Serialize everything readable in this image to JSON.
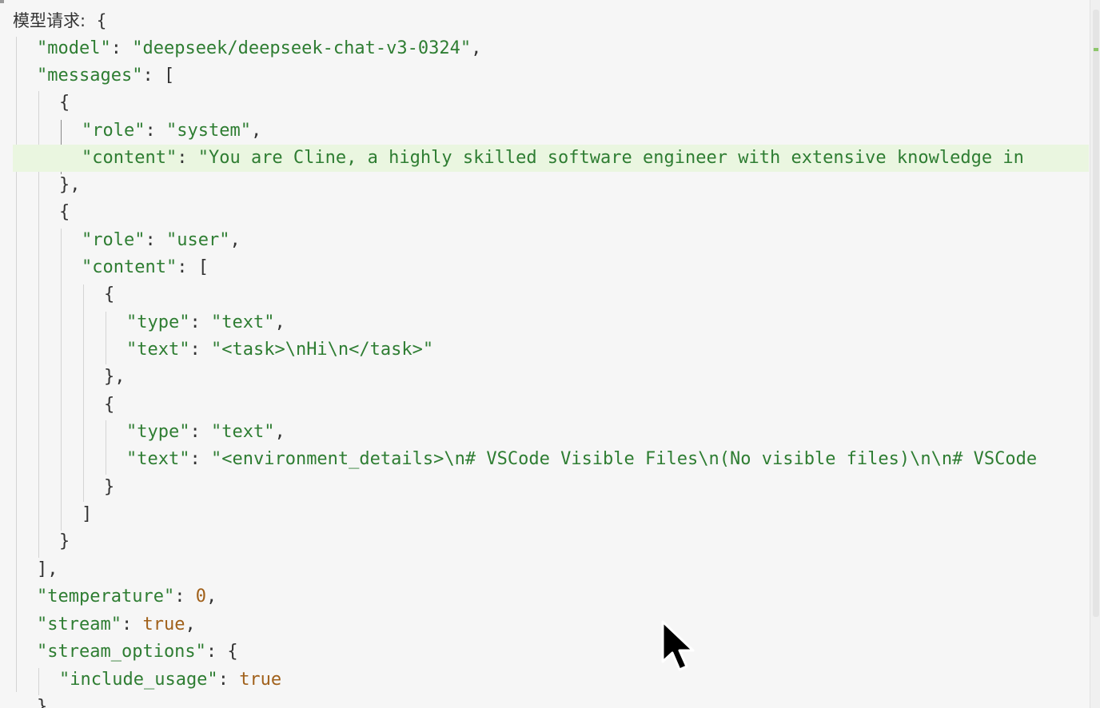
{
  "header": {
    "label": "模型请求:",
    "open_brace": "{"
  },
  "json": {
    "model_key": "\"model\"",
    "model_value": "\"deepseek/deepseek-chat-v3-0324\"",
    "messages_key": "\"messages\"",
    "role_key": "\"role\"",
    "content_key": "\"content\"",
    "type_key": "\"type\"",
    "text_key": "\"text\"",
    "system_value": "\"system\"",
    "system_content": "\"You are Cline, a highly skilled software engineer with extensive knowledge in",
    "user_value": "\"user\"",
    "text_value": "\"text\"",
    "task_text": "\"<task>\\nHi\\n</task>\"",
    "env_text": "\"<environment_details>\\n# VSCode Visible Files\\n(No visible files)\\n\\n# VSCode",
    "temperature_key": "\"temperature\"",
    "temperature_value": "0",
    "stream_key": "\"stream\"",
    "stream_value": "true",
    "stream_options_key": "\"stream_options\"",
    "include_usage_key": "\"include_usage\"",
    "include_usage_value": "true"
  },
  "colors": {
    "string": "#2e7d32",
    "keyword": "#a0601a",
    "highlight": "#eaf6e0"
  },
  "icons": {
    "cursor": "mouse-pointer-icon"
  }
}
